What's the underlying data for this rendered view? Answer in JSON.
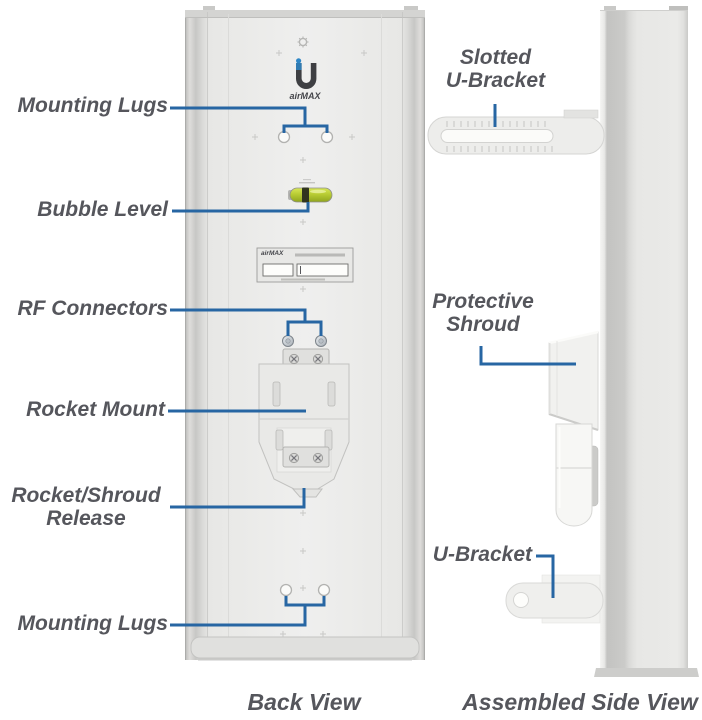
{
  "colors": {
    "leader-line": "#2766a3",
    "label-text": "#55565c",
    "bubble-level-green": "#b8cc33",
    "logo-blue": "#2e86c6",
    "panel-gray": "#e9e9e7"
  },
  "views": {
    "back": {
      "caption": "Back View",
      "callouts": [
        {
          "label": "Mounting Lugs"
        },
        {
          "label": "Bubble Level"
        },
        {
          "label": "RF Connectors"
        },
        {
          "label": "Rocket Mount"
        },
        {
          "line1": "Rocket/Shroud",
          "line2": "Release"
        },
        {
          "label": "Mounting Lugs"
        }
      ]
    },
    "side": {
      "caption": "Assembled Side View",
      "callouts": [
        {
          "line1": "Slotted",
          "line2": "U-Bracket"
        },
        {
          "line1": "Protective",
          "line2": "Shroud"
        },
        {
          "label": "U-Bracket"
        }
      ]
    }
  },
  "device": {
    "brand": "airMAX",
    "plate_brand": "airMAX"
  }
}
